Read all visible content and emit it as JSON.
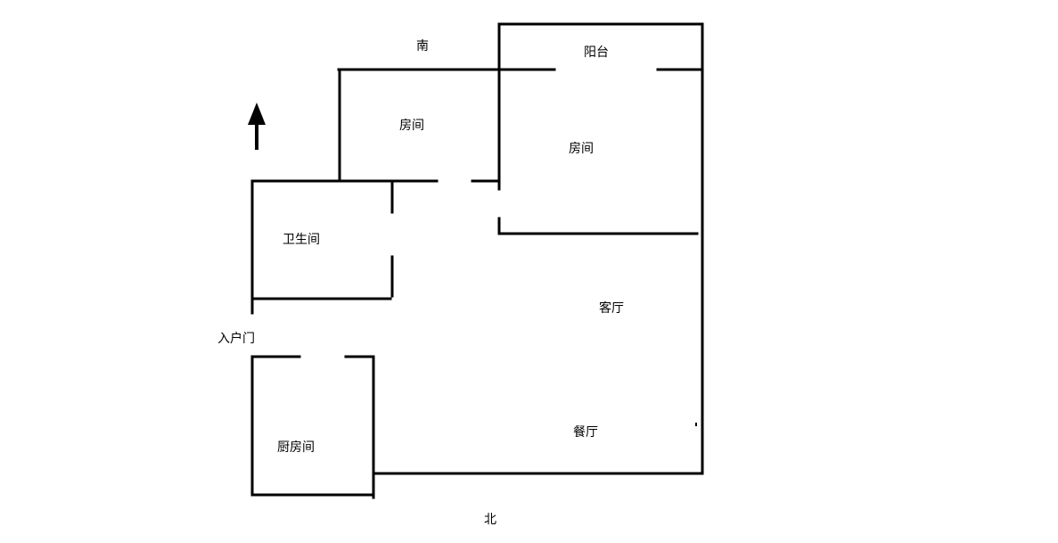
{
  "labels": {
    "south": "南",
    "north": "北",
    "balcony": "阳台",
    "room_left": "房间",
    "room_right": "房间",
    "bathroom": "卫生间",
    "living_room": "客厅",
    "dining_room": "餐厅",
    "kitchen": "厨房间",
    "entrance_door": "入户门"
  },
  "colors": {
    "wall": "#000000",
    "background": "#ffffff"
  },
  "icons": {
    "compass": "north-arrow-icon"
  }
}
